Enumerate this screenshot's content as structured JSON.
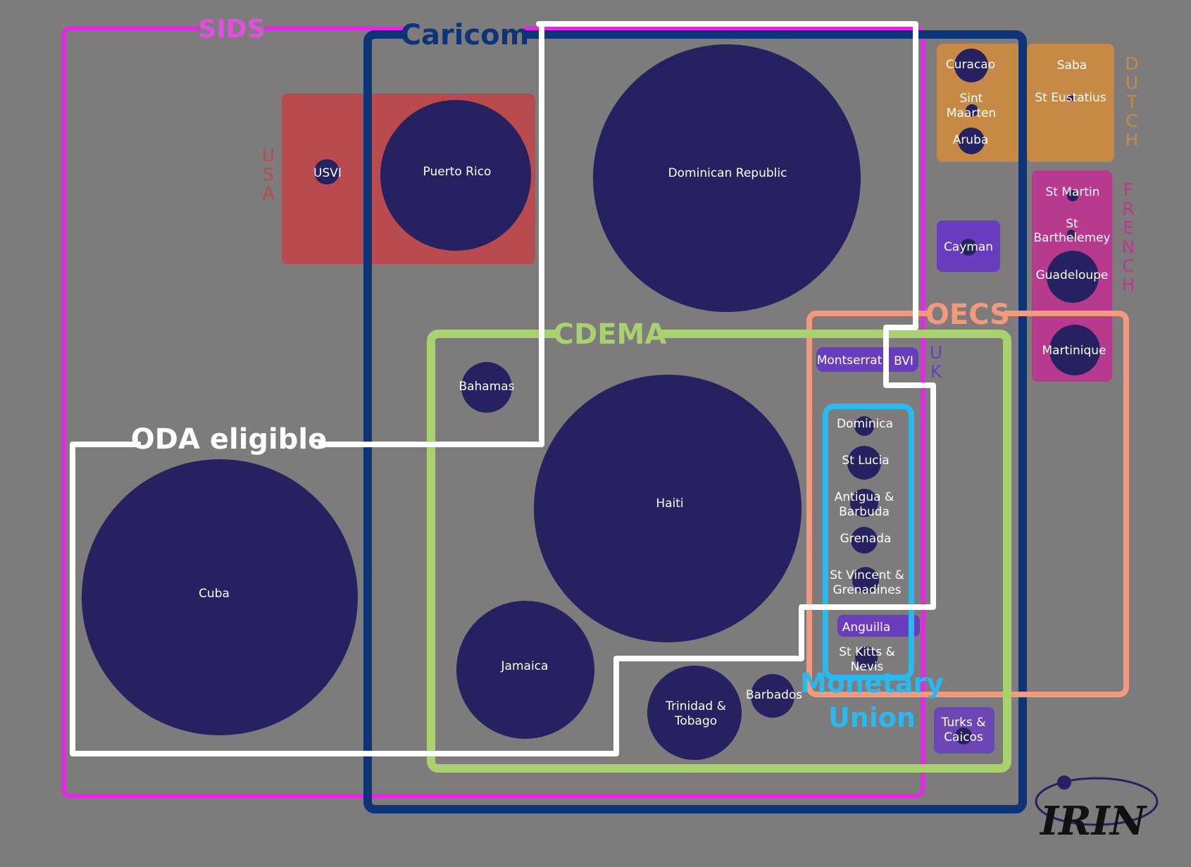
{
  "groups": {
    "sids": "SIDS",
    "caricom": "Caricom",
    "cdema": "CDEMA",
    "oda": "ODA eligible",
    "oecs": "OECS",
    "monetary_union": [
      "Monetary",
      "Union"
    ],
    "usa": "USA",
    "uk": "UK",
    "dutch": "DUTCH",
    "french": "FRENCH"
  },
  "colors": {
    "background": "#7e7b7c",
    "circle": "#262160",
    "sids": "#e526e8",
    "caricom": "#0c3476",
    "cdema": "#a9d26e",
    "oda": "#ffffff",
    "oecs": "#f39a7c",
    "monetary_union": "#29b9ee",
    "usa": "#b94a4d",
    "dutch": "#c78a46",
    "french": "#b83a8e",
    "uk": "#6a3dc0"
  },
  "countries": {
    "cuba": "Cuba",
    "haiti": "Haiti",
    "dominican_republic": "Dominican Republic",
    "puerto_rico": "Puerto Rico",
    "usvi": "USVI",
    "jamaica": "Jamaica",
    "trinidad": [
      "Trinidad &",
      "Tobago"
    ],
    "bahamas": "Bahamas",
    "barbados": "Barbados",
    "dominica": "Dominica",
    "st_lucia": "St Lucia",
    "antigua": [
      "Antigua &",
      "Barbuda"
    ],
    "grenada": "Grenada",
    "st_vincent": [
      "St Vincent &",
      "Grenadines"
    ],
    "anguilla": "Anguilla",
    "st_kitts": [
      "St Kitts &",
      "Nevis"
    ],
    "montserrat": "Montserrat",
    "bvi": "BVI",
    "turks": [
      "Turks &",
      "Caicos"
    ],
    "cayman": "Cayman",
    "curacao": "Curacao",
    "sint_maarten": [
      "Sint",
      "Maarten"
    ],
    "aruba": "Aruba",
    "saba": "Saba",
    "st_eustatius": "St Eustatius",
    "st_martin": "St Martin",
    "st_barthelemey": [
      "St",
      "Barthelemey"
    ],
    "guadeloupe": "Guadeloupe",
    "martinique": "Martinique"
  },
  "logo": "IRIN"
}
